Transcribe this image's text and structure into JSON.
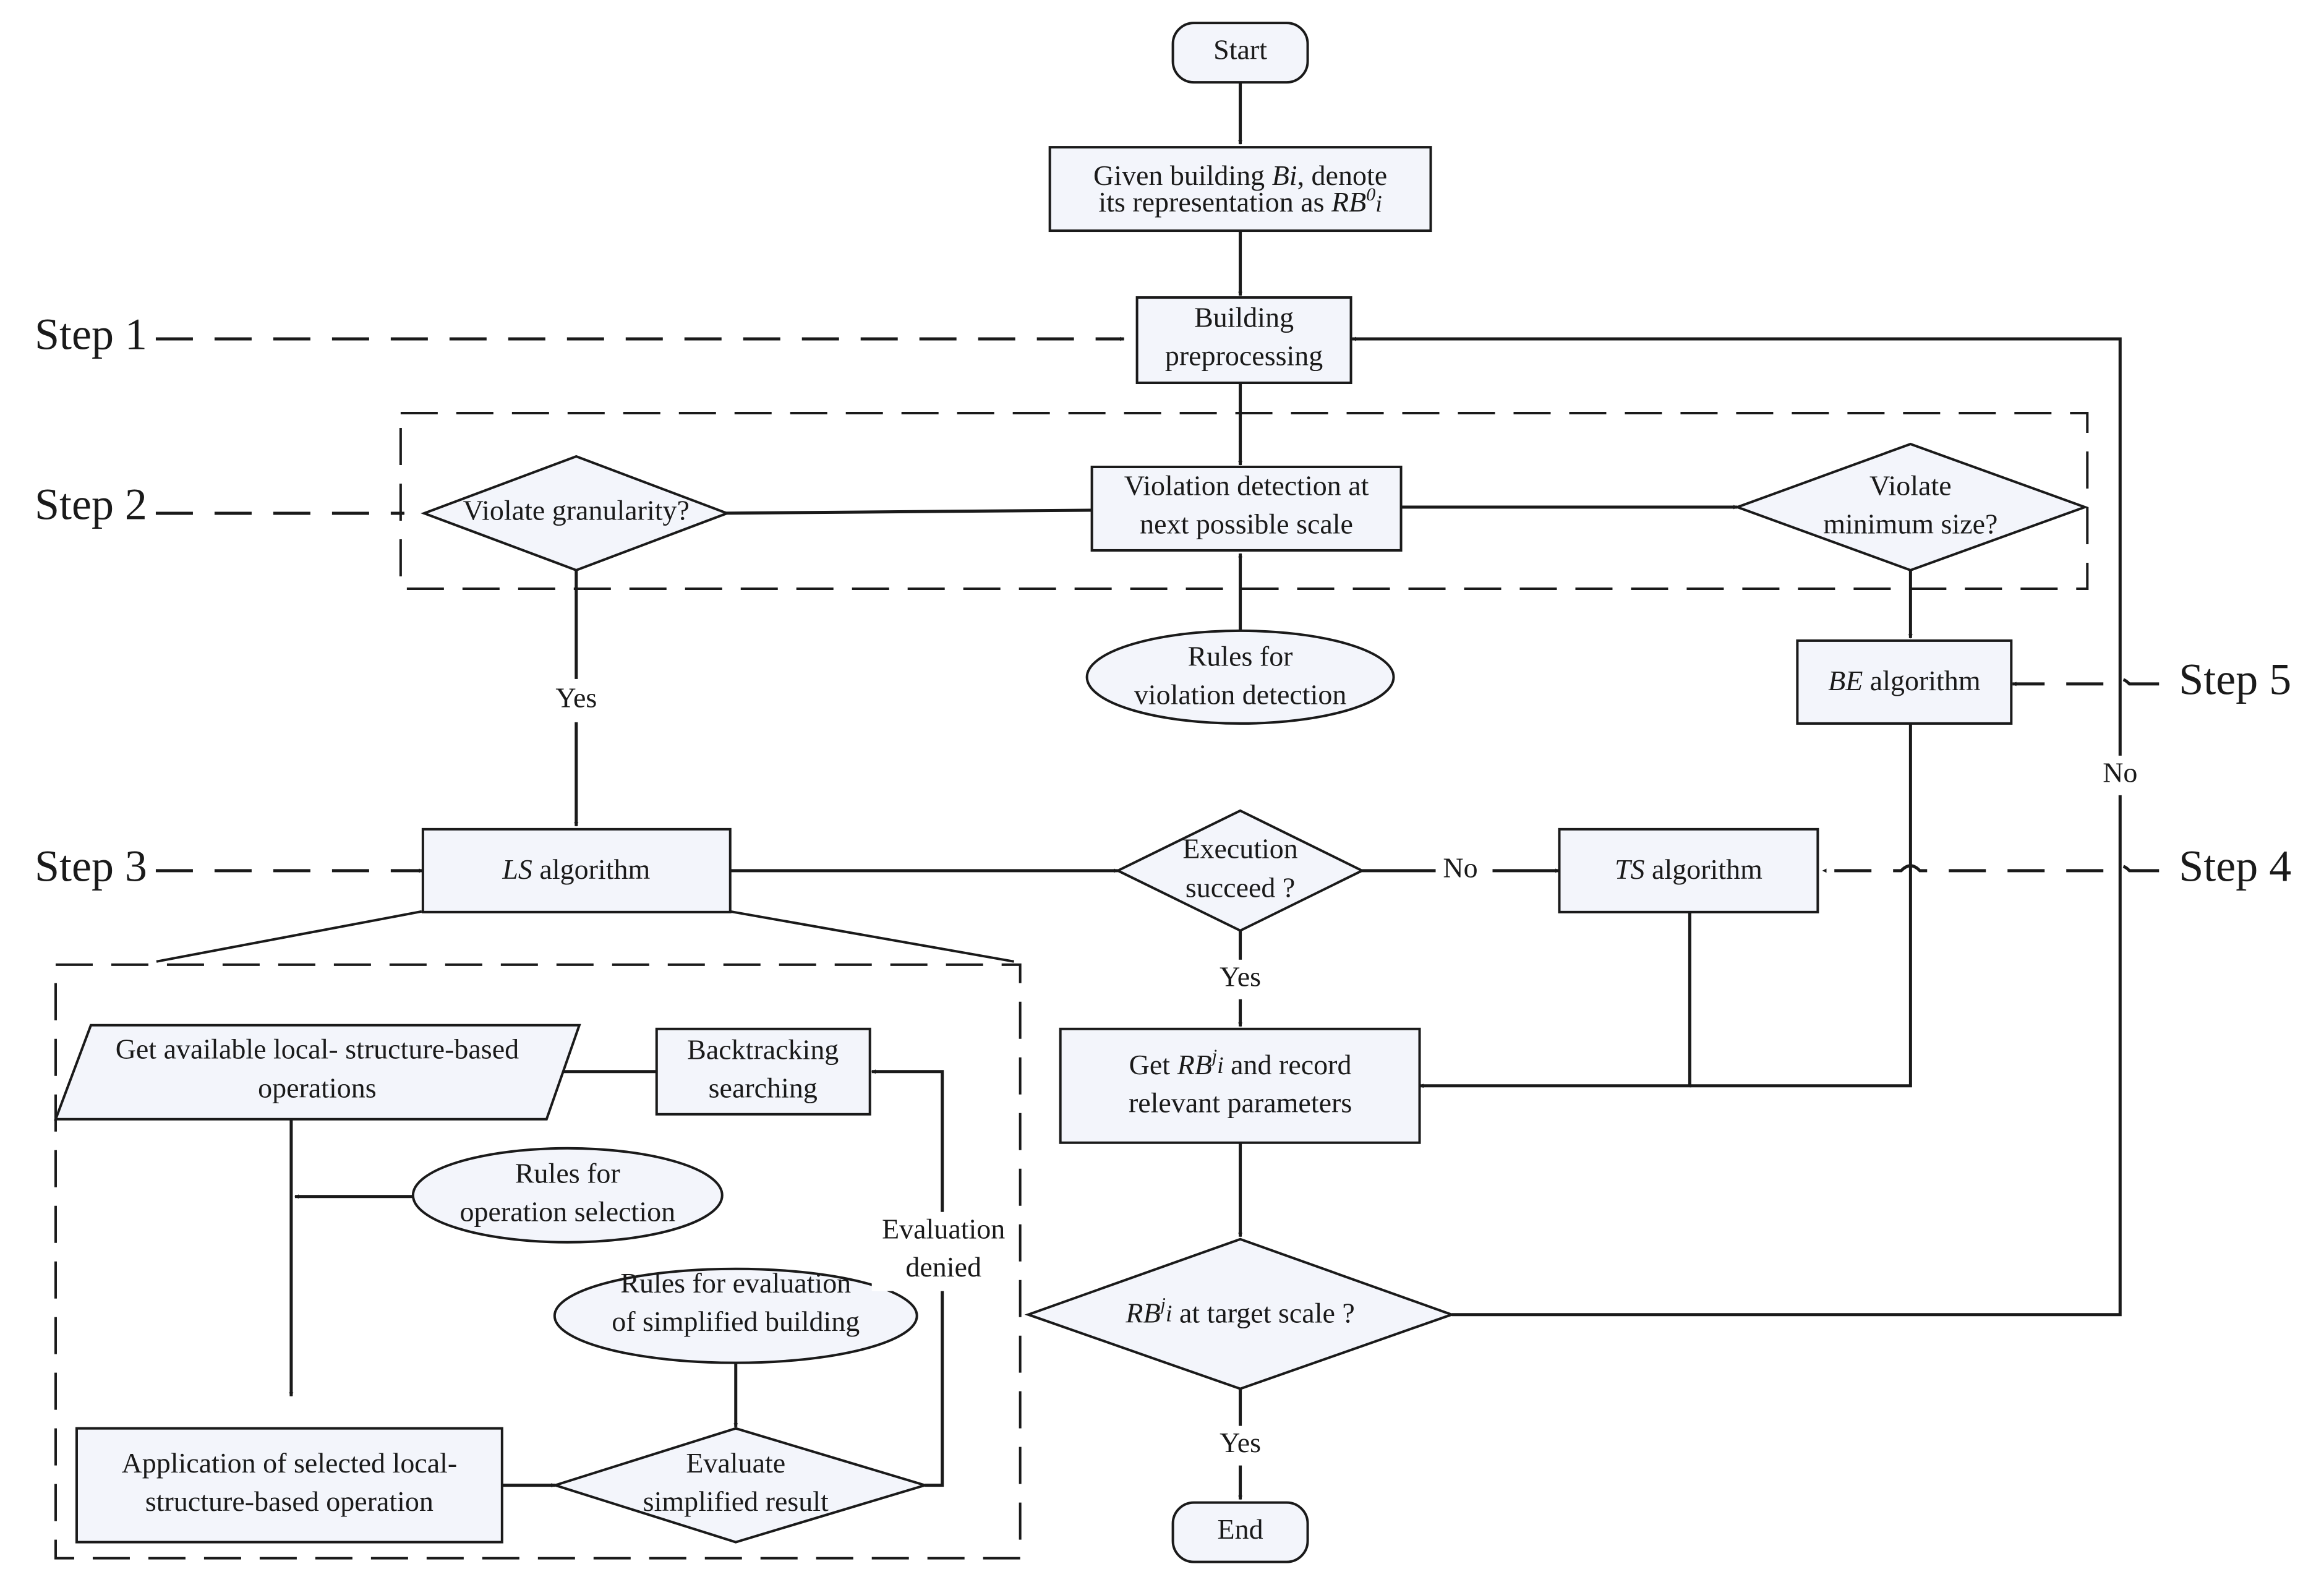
{
  "nodes": {
    "start": "Start",
    "given_line1_a": "Given building ",
    "given_line1_b": "Bi",
    "given_line1_c": ", denote",
    "given_line2_a": "its representation as ",
    "given_line2_b": "RB",
    "given_line2_sup": "0",
    "given_line2_c": "i",
    "preprocess_line1": "Building",
    "preprocess_line2": "preprocessing",
    "violation_line1": "Violation detection at",
    "violation_line2": "next possible scale",
    "granularity": "Violate granularity?",
    "minsize_line1": "Violate",
    "minsize_line2": "minimum size?",
    "rules_violation_line1": "Rules for",
    "rules_violation_line2": "violation detection",
    "be_a": "BE",
    "be_b": " algorithm",
    "ls_a": "LS",
    "ls_b": " algorithm",
    "exec_line1": "Execution",
    "exec_line2": "succeed ?",
    "ts_a": "TS",
    "ts_b": " algorithm",
    "get_line1_a": "Get  ",
    "get_line1_b": "RB",
    "get_line1_sup": "j",
    "get_line1_c": "i",
    "get_line1_d": " and record",
    "get_line2": "relevant parameters",
    "target_a": "RB",
    "target_sup": "j",
    "target_b": "i",
    "target_c": " at target scale ?",
    "end": "End",
    "available_line1": "Get available local- structure-based",
    "available_line2": "operations",
    "backtrack_line1": "Backtracking",
    "backtrack_line2": "searching",
    "rules_selection_line1": "Rules for",
    "rules_selection_line2": "operation selection",
    "rules_eval_line1": "Rules for evaluation",
    "rules_eval_line2": "of simplified building",
    "application_line1": "Application of selected local-",
    "application_line2": "structure-based operation",
    "evaluate_line1": "Evaluate",
    "evaluate_line2": "simplified result"
  },
  "edge_labels": {
    "yes_granularity": "Yes",
    "no_exec": "No",
    "yes_exec": "Yes",
    "yes_target": "Yes",
    "no_target": "No",
    "eval_denied_line1": "Evaluation",
    "eval_denied_line2": "denied"
  },
  "steps": {
    "step1": "Step 1",
    "step2": "Step 2",
    "step3": "Step 3",
    "step4": "Step 4",
    "step5": "Step 5"
  }
}
